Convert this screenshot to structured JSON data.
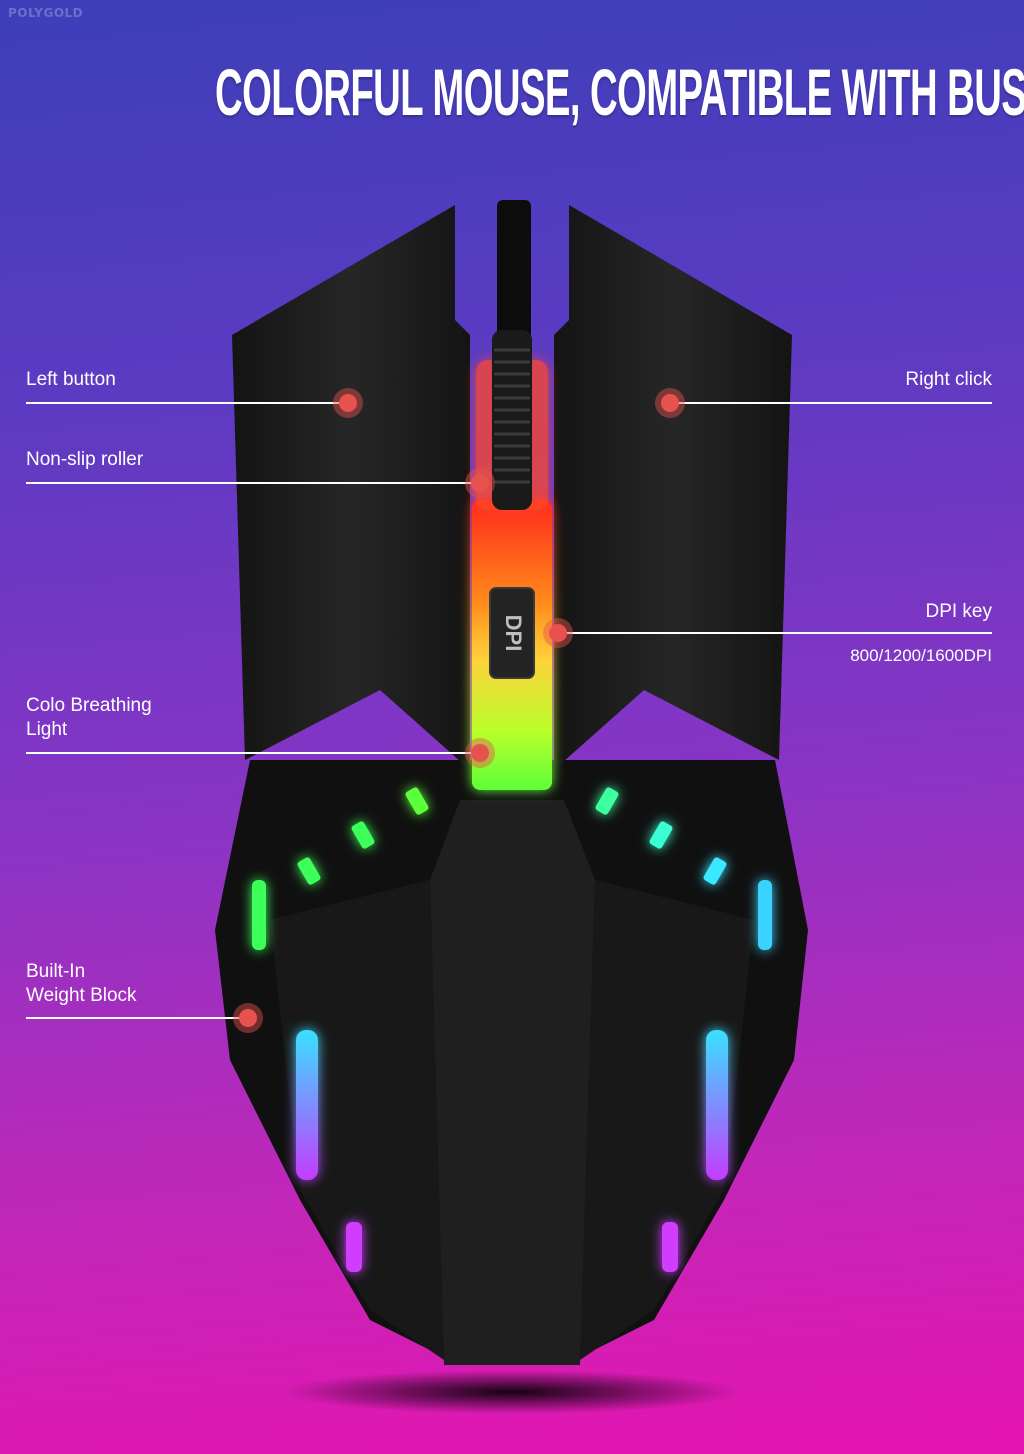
{
  "watermark": "POLYGOLD",
  "headline": "COLORFUL MOUSE, COMPATIBLE WITH BUSINESS OFFICE",
  "product": {
    "dpi_button_text": "DPI"
  },
  "callouts": {
    "left_button": "Left button",
    "non_slip_roller": "Non-slip roller",
    "breathing_light": "Colo Breathing\nLight",
    "weight_block": "Built-In\nWeight Block",
    "right_click": "Right click",
    "dpi_key": "DPI key",
    "dpi_values": "800/1200/1600DPI"
  },
  "colors": {
    "callout_dot": "#e8524e",
    "callout_line": "#ffffff"
  }
}
